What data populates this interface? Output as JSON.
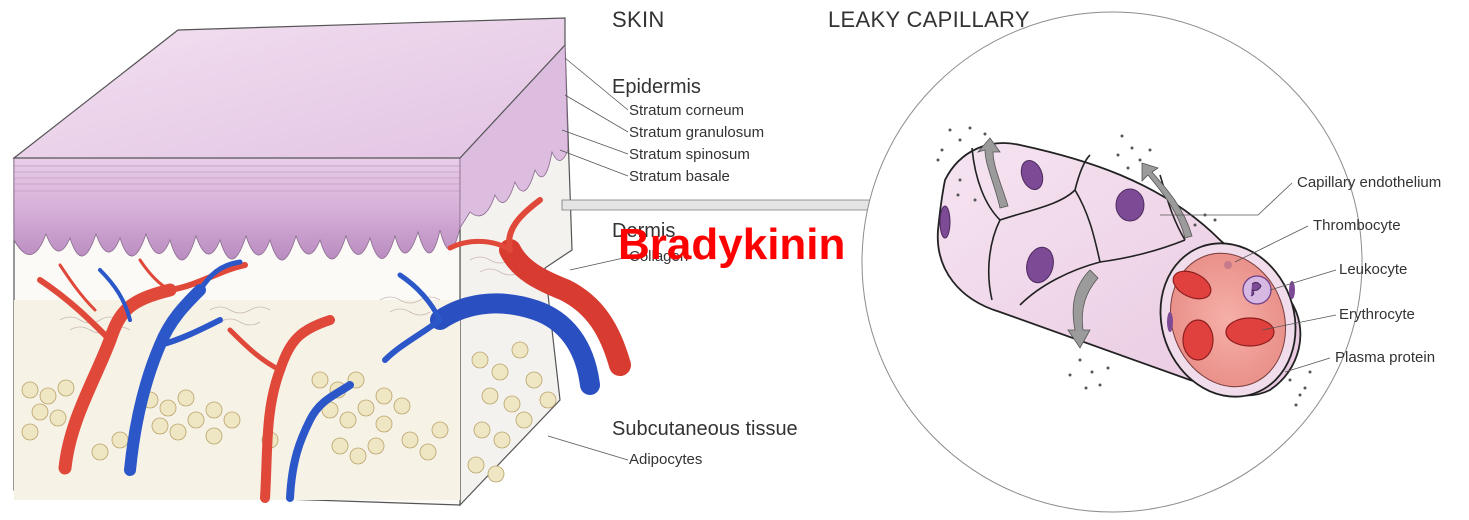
{
  "skin": {
    "title": "SKIN",
    "epidermis": "Epidermis",
    "layers": [
      "Stratum corneum",
      "Stratum granulosum",
      "Stratum spinosum",
      "Stratum basale"
    ],
    "dermis": "Dermis",
    "collagen": "Collagen",
    "subcutaneous": "Subcutaneous tissue",
    "adipocytes": "Adipocytes"
  },
  "capillary": {
    "title": "LEAKY CAPILLARY",
    "labels": [
      "Capillary endothelium",
      "Thrombocyte",
      "Leukocyte",
      "Erythrocyte",
      "Plasma protein"
    ]
  },
  "overlay": {
    "text": "Bradykinin",
    "color": "#ff0000"
  },
  "colors": {
    "epidermis": "#d9b6dc",
    "artery": "#e0483a",
    "vein": "#2c57c9",
    "endothelium": "#f0d8ec",
    "nucleus": "#7d4a95",
    "erythrocyte": "#e0413e"
  }
}
